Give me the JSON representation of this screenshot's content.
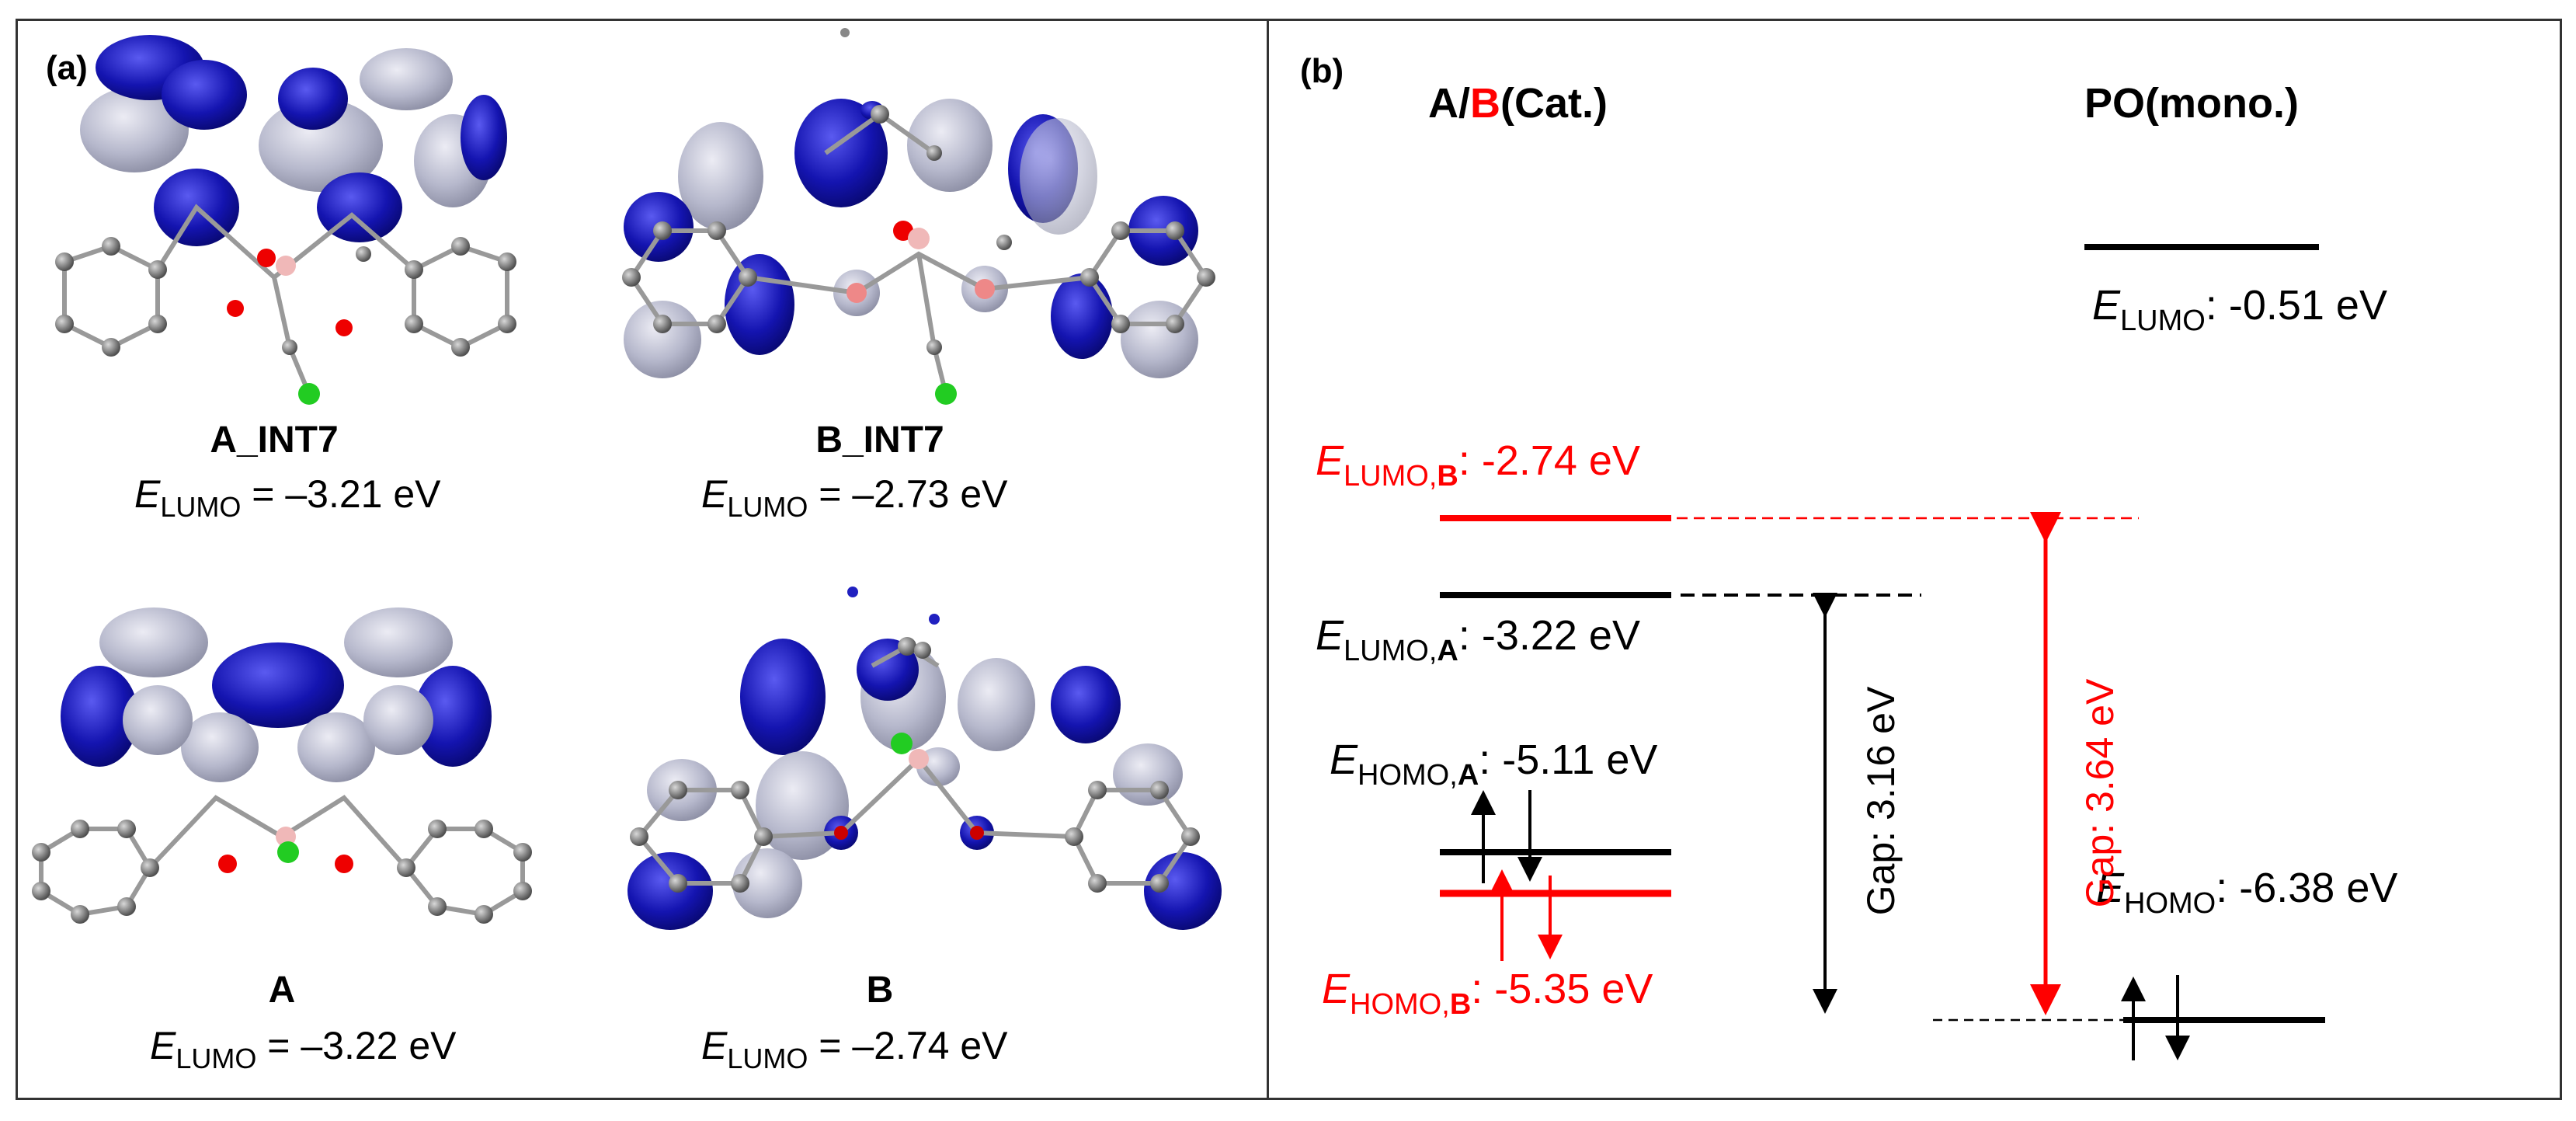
{
  "panel_a": {
    "label": "(a)",
    "molecules": [
      {
        "name": "A_INT7",
        "energy_symbol": "E",
        "energy_sub": "LUMO",
        "energy_value": " =  –3.21 eV"
      },
      {
        "name": "B_INT7",
        "energy_symbol": "E",
        "energy_sub": "LUMO",
        "energy_value": " = –2.73 eV"
      },
      {
        "name": "A",
        "energy_symbol": "E",
        "energy_sub": "LUMO",
        "energy_value": " = –3.22 eV"
      },
      {
        "name": "B",
        "energy_symbol": "E",
        "energy_sub": "LUMO",
        "energy_value": " = –2.74 eV"
      }
    ]
  },
  "panel_b": {
    "label": "(b)",
    "header_left_a": "A/",
    "header_left_b": "B",
    "header_left_c": "(Cat.)",
    "header_right": "PO(mono.)",
    "levels": {
      "po_lumo": {
        "symbol": "E",
        "sub": "LUMO",
        "value": ": -0.51 eV"
      },
      "lumo_b": {
        "symbol": "E",
        "sub": "LUMO,",
        "sub_bold": "B",
        "value": ": -2.74 eV"
      },
      "lumo_a": {
        "symbol": "E",
        "sub": "LUMO,",
        "sub_bold": "A",
        "value": ": -3.22 eV"
      },
      "homo_a": {
        "symbol": "E",
        "sub": "HOMO,",
        "sub_bold": "A",
        "value": ": -5.11 eV"
      },
      "homo_b": {
        "symbol": "E",
        "sub": "HOMO,",
        "sub_bold": "B",
        "value": ": -5.35 eV"
      },
      "po_homo": {
        "symbol": "E",
        "sub": "HOMO",
        "value": ": -6.38 eV"
      }
    },
    "gap_a": "Gap: 3.16 eV",
    "gap_b": "Gap: 3.64 eV",
    "colors": {
      "cat_a": "#000000",
      "cat_b": "#ff0000"
    }
  }
}
